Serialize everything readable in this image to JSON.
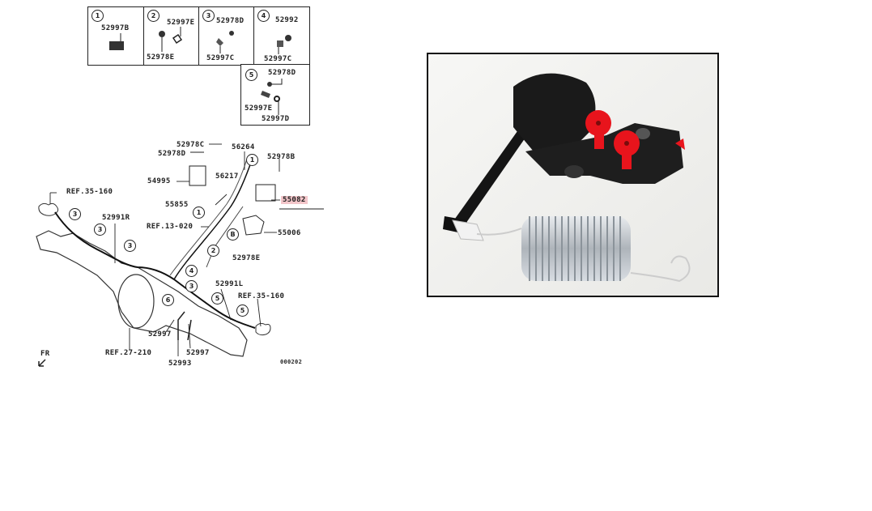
{
  "inset_boxes": [
    {
      "number": "1",
      "parts": [
        "52997B"
      ]
    },
    {
      "number": "2",
      "parts": [
        "52997E",
        "52978E"
      ]
    },
    {
      "number": "3",
      "parts": [
        "52978D",
        "52997C"
      ]
    },
    {
      "number": "4",
      "parts": [
        "52992",
        "52997C"
      ]
    },
    {
      "number": "5",
      "parts": [
        "52978D",
        "52997E",
        "52997D"
      ]
    }
  ],
  "main_diagram": {
    "labels": {
      "p52978C": "52978C",
      "p52978D": "52978D",
      "p56264": "56264",
      "p52978B": "52978B",
      "p54995": "54995",
      "p56217": "56217",
      "p55855": "55855",
      "p55082": "55082",
      "ref35_160_left": "REF.35-160",
      "p52991R": "52991R",
      "ref13_020": "REF.13-020",
      "p55006": "55006",
      "p52978E": "52978E",
      "p52991L": "52991L",
      "ref35_160_right": "REF.35-160",
      "p52997_a": "52997",
      "p52997_b": "52997",
      "ref27_210": "REF.27-210",
      "p52993": "52993",
      "fr": "FR",
      "code": "000202"
    },
    "callouts": [
      "1",
      "1",
      "2",
      "3",
      "3",
      "3",
      "3",
      "4",
      "5",
      "5",
      "6",
      "B"
    ],
    "highlight_color": "#f3c6ca",
    "highlighted_part": "55082"
  },
  "photo": {
    "subject": "brake load sensing proportioning valve with spring",
    "accent_color": "#e8141c"
  }
}
